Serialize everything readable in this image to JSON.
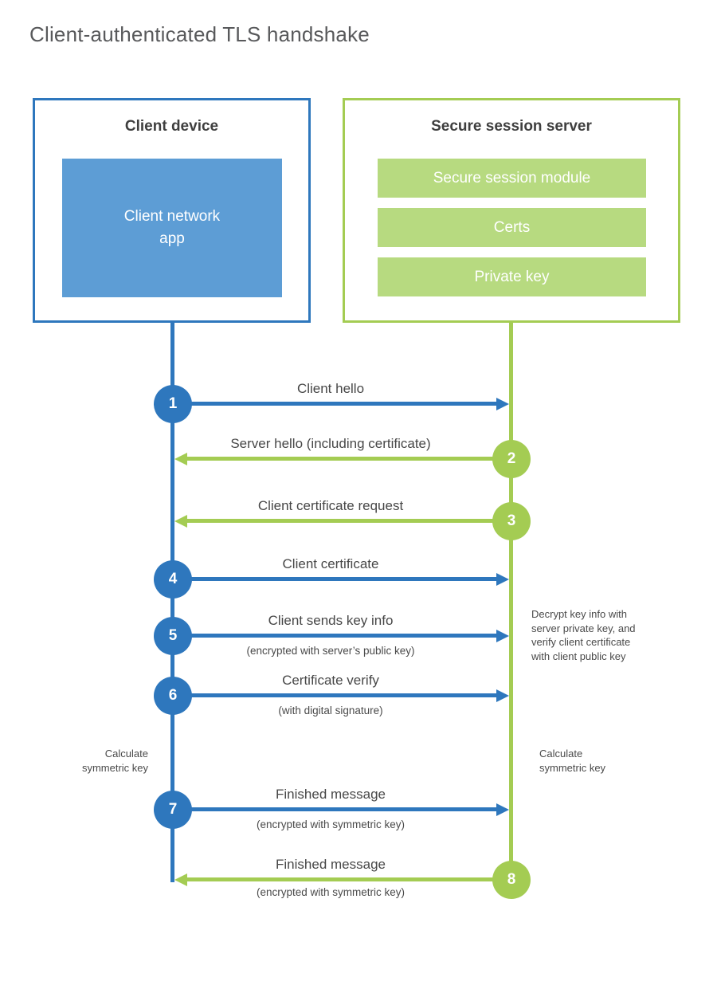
{
  "title": "Client-authenticated TLS handshake",
  "colors": {
    "blue_primary": "#2e77bd",
    "blue_light": "#5d9dd5",
    "green_primary": "#a4cc53",
    "green_light": "#b7da80",
    "heading_text": "#3f3f3f",
    "label_text": "#474747",
    "title_text": "#58595b"
  },
  "client_box": {
    "title": "Client device",
    "app_label": "Client network\napp"
  },
  "server_box": {
    "title": "Secure session server",
    "modules": [
      "Secure session module",
      "Certs",
      "Private key"
    ]
  },
  "messages": [
    {
      "num": "1",
      "label": "Client hello",
      "direction": "right",
      "color": "blue"
    },
    {
      "num": "2",
      "label": "Server hello (including certificate)",
      "direction": "left",
      "color": "green"
    },
    {
      "num": "3",
      "label": "Client certificate request",
      "direction": "left",
      "color": "green"
    },
    {
      "num": "4",
      "label": "Client certificate",
      "direction": "right",
      "color": "blue"
    },
    {
      "num": "5",
      "label": "Client sends key info",
      "sub": "(encrypted with server’s public key)",
      "direction": "right",
      "color": "blue"
    },
    {
      "num": "6",
      "label": "Certificate verify",
      "sub": "(with digital signature)",
      "direction": "right",
      "color": "blue"
    },
    {
      "num": "7",
      "label": "Finished message",
      "sub": "(encrypted with symmetric key)",
      "direction": "right",
      "color": "blue"
    },
    {
      "num": "8",
      "label": "Finished message",
      "sub": "(encrypted with symmetric key)",
      "direction": "left",
      "color": "green"
    }
  ],
  "annotations": {
    "decrypt_note": "Decrypt key info with\nserver private key, and\nverify client certificate\nwith client public key",
    "calc_left": "Calculate\nsymmetric key",
    "calc_right": "Calculate\nsymmetric key"
  }
}
